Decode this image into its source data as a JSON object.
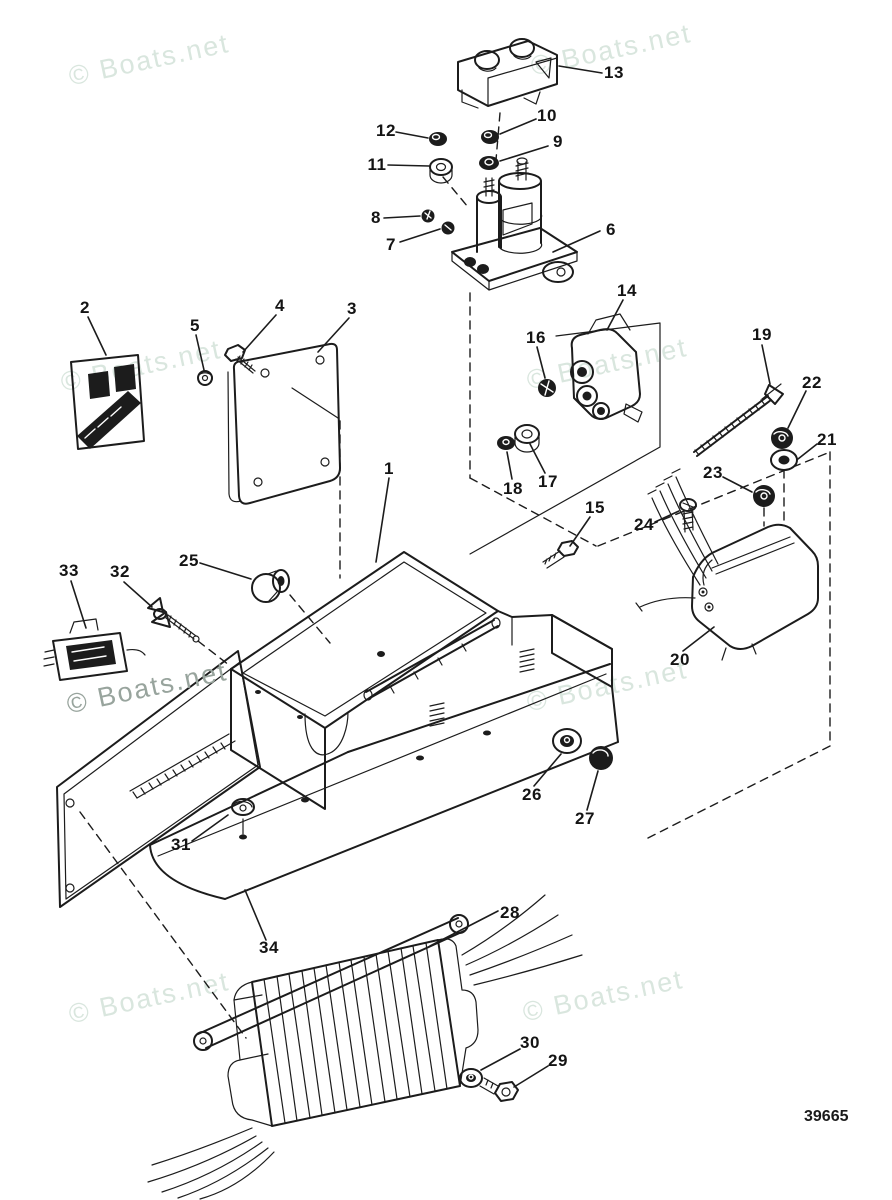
{
  "watermark": {
    "text": "© Boats.net"
  },
  "diagram_number": "39665",
  "callouts": [
    "1",
    "2",
    "3",
    "4",
    "5",
    "6",
    "7",
    "8",
    "9",
    "10",
    "11",
    "12",
    "13",
    "14",
    "15",
    "16",
    "17",
    "18",
    "19",
    "20",
    "21",
    "22",
    "23",
    "24",
    "25",
    "26",
    "27",
    "28",
    "29",
    "30",
    "31",
    "32",
    "33",
    "34"
  ]
}
